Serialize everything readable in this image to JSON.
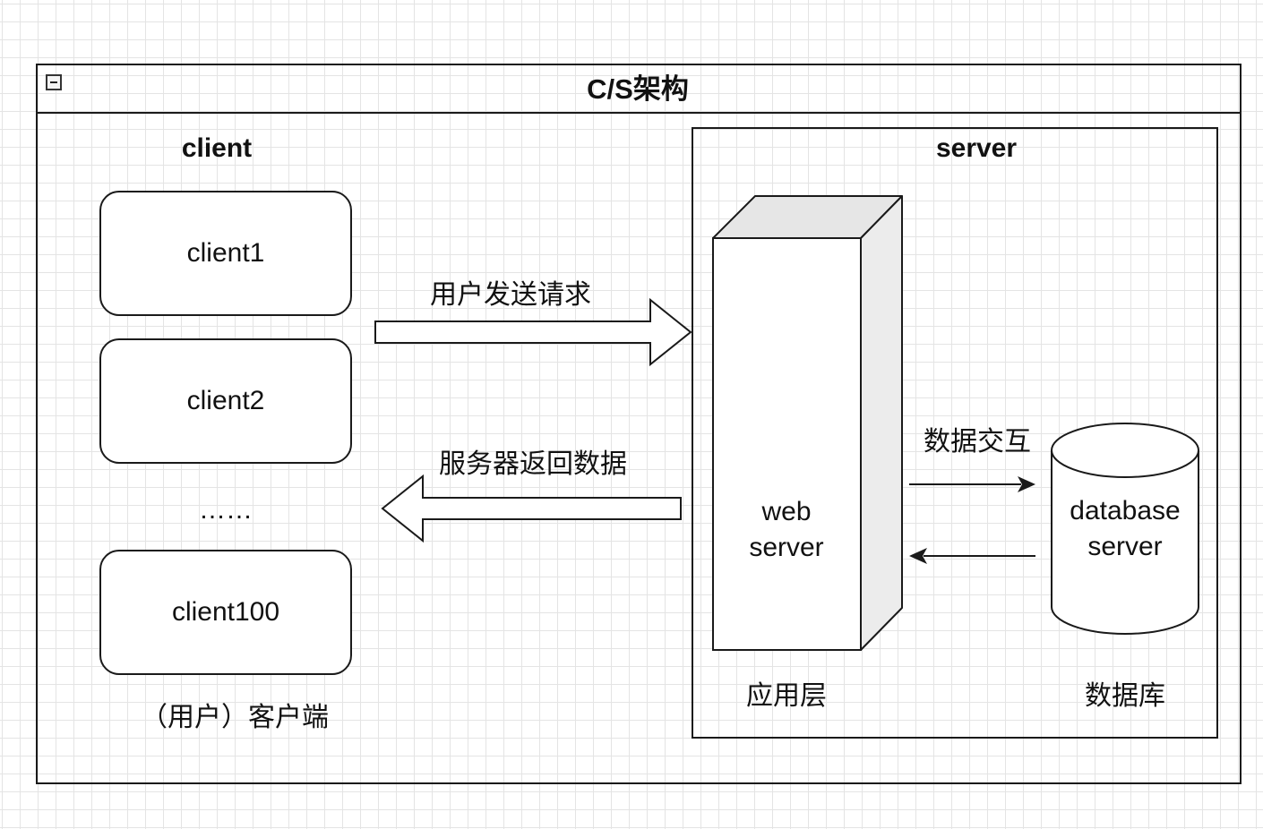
{
  "diagram": {
    "title": "C/S架构",
    "client": {
      "heading": "client",
      "boxes": [
        "client1",
        "client2",
        "client100"
      ],
      "ellipsis": "……",
      "caption": "（用户）客户端"
    },
    "server": {
      "heading": "server",
      "web_server_label": "web\nserver",
      "web_layer_caption": "应用层",
      "database_label": "database\nserver",
      "database_caption": "数据库"
    },
    "arrows": {
      "request": "用户发送请求",
      "response": "服务器返回数据",
      "data_exchange": "数据交互"
    }
  }
}
